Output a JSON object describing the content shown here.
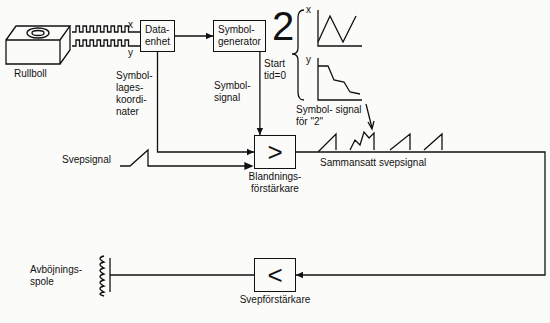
{
  "diagram": {
    "nodes": [
      {
        "text": [
          "Data- enhet"
        ]
      },
      {
        "text": [
          "Symbol- generator"
        ]
      },
      {
        "text": [
          ">",
          "Blandnings- förstärkare"
        ]
      },
      {
        "text": [
          "<",
          "Svepförstärkare"
        ]
      }
    ],
    "edges": [
      {
        "from": 0,
        "to": 1,
        "arrow": "to"
      },
      {
        "from": 0,
        "to": 2,
        "arrow": "to",
        "label": "Symbol- lages- koordi- nater"
      },
      {
        "from": 1,
        "to": 2,
        "arrow": "to",
        "label": "Symbol- signal"
      },
      {
        "from": 2,
        "to": 3,
        "arrow": "to"
      }
    ],
    "labels": [
      "Rullboll",
      "x",
      "y",
      "2",
      "Start tid=0",
      "x",
      "y",
      "Symbol- signal för \"2\"",
      "Svepsignal",
      "Sammansatt svepsignal",
      "Avböjnings- spole"
    ]
  }
}
